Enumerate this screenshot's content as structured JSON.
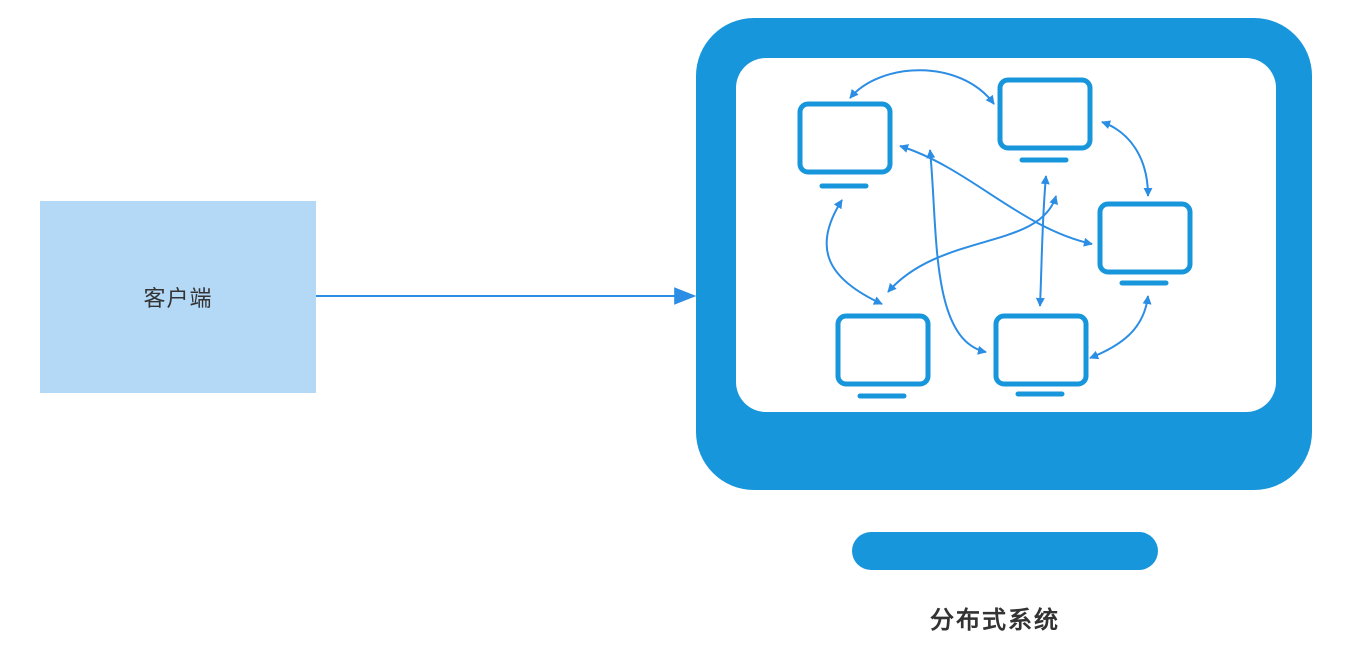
{
  "client": {
    "label": "客户端"
  },
  "system": {
    "label": "分布式系统"
  },
  "colors": {
    "client_fill": "#b4d9f7",
    "monitor_blue": "#1896dc",
    "arrow_blue": "#2b8de4",
    "text": "#333333"
  },
  "diagram": {
    "nodes": [
      "computer-1",
      "computer-2",
      "computer-3",
      "computer-4",
      "computer-5"
    ],
    "edges": [
      {
        "from": "client",
        "to": "distributed-system",
        "direction": "one-way"
      },
      {
        "from": "computer-1",
        "to": "computer-2",
        "direction": "two-way"
      },
      {
        "from": "computer-2",
        "to": "computer-3",
        "direction": "two-way"
      },
      {
        "from": "computer-3",
        "to": "computer-5",
        "direction": "two-way"
      },
      {
        "from": "computer-1",
        "to": "computer-4",
        "direction": "two-way"
      },
      {
        "from": "computer-2",
        "to": "computer-5",
        "direction": "two-way"
      },
      {
        "from": "computer-1",
        "to": "computer-3",
        "direction": "two-way"
      },
      {
        "from": "computer-1",
        "to": "computer-5",
        "direction": "two-way"
      },
      {
        "from": "computer-2",
        "to": "computer-4",
        "direction": "two-way"
      }
    ]
  }
}
